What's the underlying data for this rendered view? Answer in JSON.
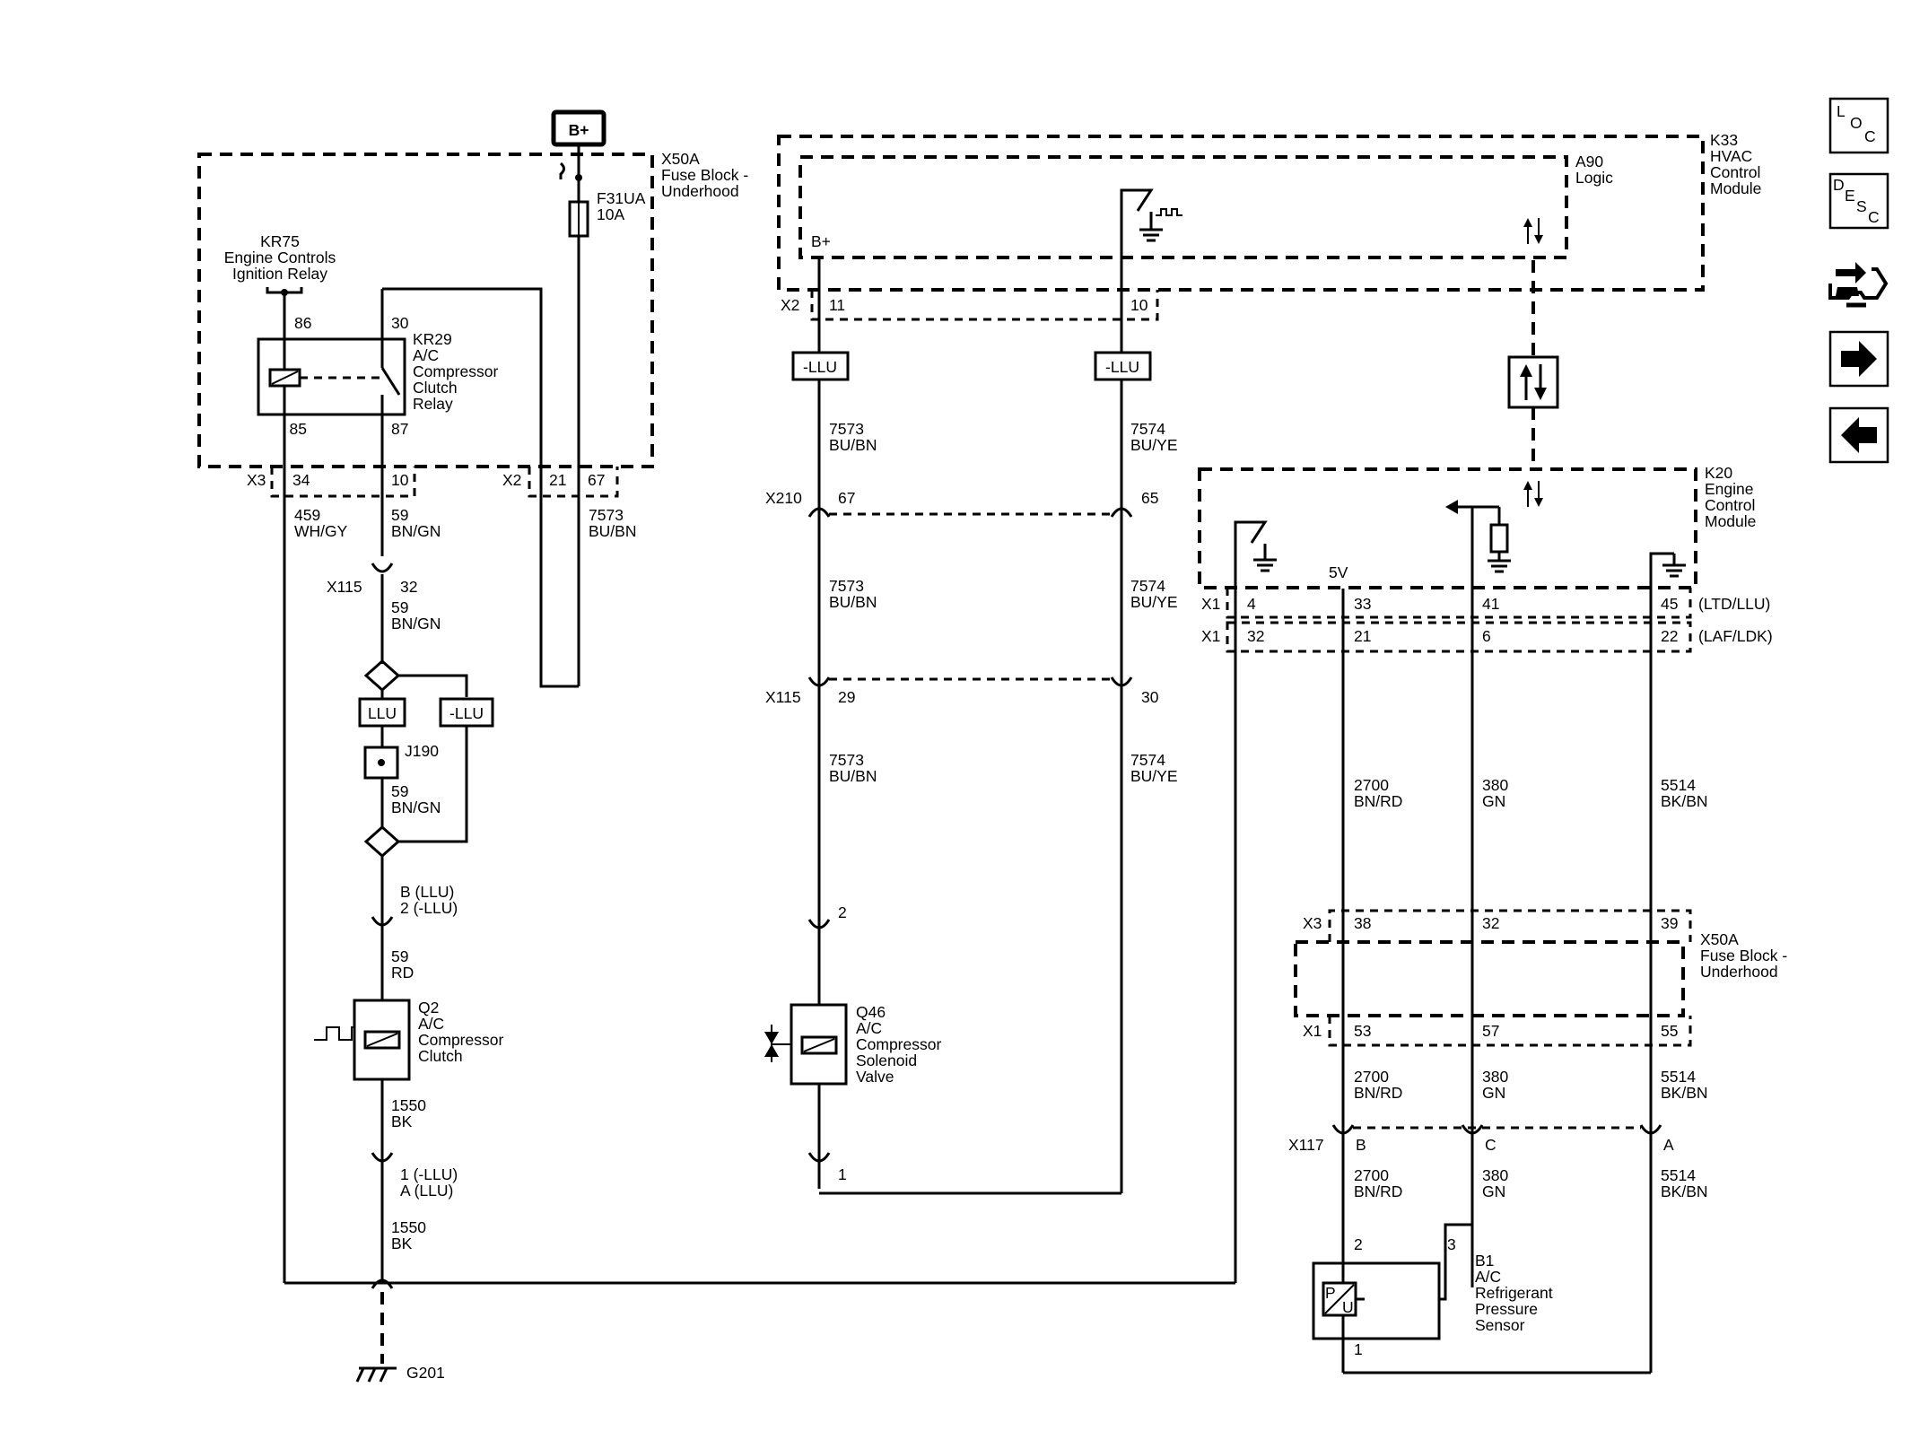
{
  "power": {
    "bplus": "B+"
  },
  "fuse_block": {
    "name": "X50A",
    "desc1": "Fuse Block -",
    "desc2": "Underhood"
  },
  "fuse": {
    "name": "F31UA",
    "rating": "10A"
  },
  "relay_kr75": {
    "name": "KR75",
    "desc1": "Engine Controls",
    "desc2": "Ignition Relay",
    "pin86": "86",
    "pin85": "85"
  },
  "relay_kr29": {
    "name": "KR29",
    "l1": "A/C",
    "l2": "Compressor",
    "l3": "Clutch",
    "l4": "Relay",
    "pin30": "30",
    "pin87": "87"
  },
  "conn_x3_left": {
    "name": "X3",
    "p1": "34",
    "p2": "10"
  },
  "conn_x2_left": {
    "name": "X2",
    "p1": "21",
    "p2": "67"
  },
  "wire_459": {
    "num": "459",
    "color": "WH/GY"
  },
  "wire_59a": {
    "num": "59",
    "color": "BN/GN"
  },
  "wire_7573_top": {
    "num": "7573",
    "color": "BU/BN"
  },
  "x115_left": {
    "name": "X115",
    "pin": "32"
  },
  "wire_59b": {
    "num": "59",
    "color": "BN/GN"
  },
  "llu_labels": {
    "llu": "LLU",
    "nllu": "-LLU"
  },
  "j190": {
    "name": "J190"
  },
  "wire_59c": {
    "num": "59",
    "color": "BN/GN"
  },
  "q2_conn": {
    "l1": "B (LLU)",
    "l2": "2 (-LLU)"
  },
  "wire_59rd": {
    "num": "59",
    "color": "RD"
  },
  "q2": {
    "name": "Q2",
    "l1": "A/C",
    "l2": "Compressor",
    "l3": "Clutch"
  },
  "wire_1550a": {
    "num": "1550",
    "color": "BK"
  },
  "q2_conn2": {
    "l1": "1 (-LLU)",
    "l2": "A  (LLU)"
  },
  "wire_1550b": {
    "num": "1550",
    "color": "BK"
  },
  "ground": {
    "name": "G201"
  },
  "k33": {
    "name": "K33",
    "l1": "HVAC",
    "l2": "Control",
    "l3": "Module"
  },
  "a90": {
    "name": "A90",
    "desc": "Logic",
    "bplus": "B+"
  },
  "x2_mid": {
    "name": "X2",
    "p1": "11",
    "p2": "10"
  },
  "mid_llu": {
    "a": "-LLU",
    "b": "-LLU"
  },
  "w7573_1": {
    "num": "7573",
    "color": "BU/BN"
  },
  "w7574_1": {
    "num": "7574",
    "color": "BU/YE"
  },
  "x210": {
    "name": "X210",
    "p1": "67",
    "p2": "65"
  },
  "w7573_2": {
    "num": "7573",
    "color": "BU/BN"
  },
  "w7574_2": {
    "num": "7574",
    "color": "BU/YE"
  },
  "x115_mid": {
    "name": "X115",
    "p1": "29",
    "p2": "30"
  },
  "w7573_3": {
    "num": "7573",
    "color": "BU/BN"
  },
  "w7574_3": {
    "num": "7574",
    "color": "BU/YE"
  },
  "q46_conn": {
    "top": "2",
    "bottom": "1"
  },
  "q46": {
    "name": "Q46",
    "l1": "A/C",
    "l2": "Compressor",
    "l3": "Solenoid",
    "l4": "Valve"
  },
  "k20": {
    "name": "K20",
    "l1": "Engine",
    "l2": "Control",
    "l3": "Module",
    "v5": "5V"
  },
  "x1_a": {
    "name": "X1",
    "p1": "4",
    "p2": "33",
    "p3": "41",
    "p4": "45",
    "note": "(LTD/LLU)"
  },
  "x1_b": {
    "name": "X1",
    "p1": "32",
    "p2": "21",
    "p3": "6",
    "p4": "22",
    "note": "(LAF/LDK)"
  },
  "w2700_1": {
    "num": "2700",
    "color": "BN/RD"
  },
  "w380_1": {
    "num": "380",
    "color": "GN"
  },
  "w5514_1": {
    "num": "5514",
    "color": "BK/BN"
  },
  "x3_right": {
    "name": "X3",
    "p1": "38",
    "p2": "32",
    "p3": "39"
  },
  "x50a_right": {
    "name": "X50A",
    "desc1": "Fuse Block -",
    "desc2": "Underhood"
  },
  "x1_right": {
    "name": "X1",
    "p1": "53",
    "p2": "57",
    "p3": "55"
  },
  "w2700_2": {
    "num": "2700",
    "color": "BN/RD"
  },
  "w380_2": {
    "num": "380",
    "color": "GN"
  },
  "w5514_2": {
    "num": "5514",
    "color": "BK/BN"
  },
  "x117": {
    "name": "X117",
    "p1": "B",
    "p2": "C",
    "p3": "A"
  },
  "w2700_3": {
    "num": "2700",
    "color": "BN/RD"
  },
  "w380_3": {
    "num": "380",
    "color": "GN"
  },
  "w5514_3": {
    "num": "5514",
    "color": "BK/BN"
  },
  "b1": {
    "name": "B1",
    "l1": "A/C",
    "l2": "Refrigerant",
    "l3": "Pressure",
    "l4": "Sensor",
    "p2": "2",
    "p3": "3",
    "p1": "1",
    "sym_p": "P",
    "sym_u": "U"
  },
  "nav": {
    "loc": {
      "c1": "L",
      "c2": "O",
      "c3": "C"
    },
    "desc": {
      "c1": "D",
      "c2": "E",
      "c3": "S",
      "c4": "C"
    },
    "icons": [
      "connector-tool-icon",
      "arrow-right-icon",
      "arrow-left-icon"
    ]
  }
}
